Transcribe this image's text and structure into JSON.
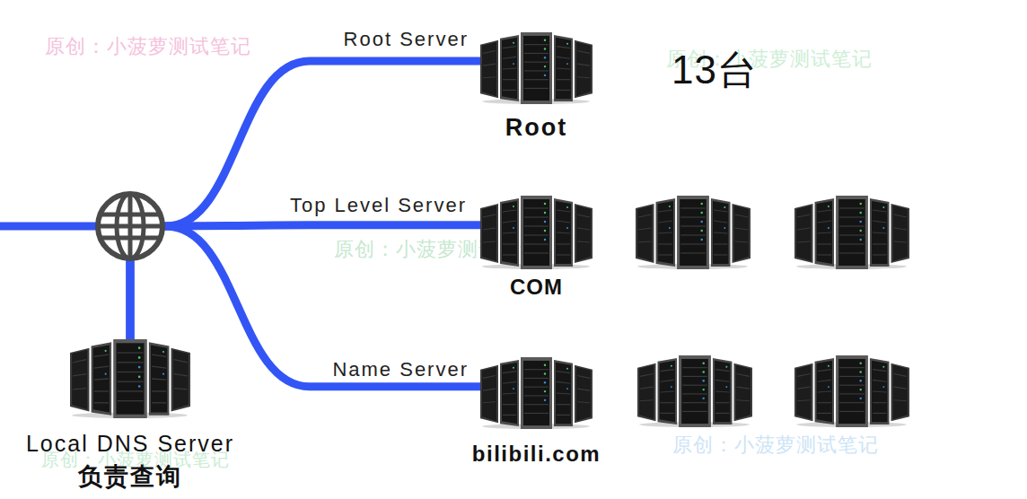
{
  "diagram": {
    "nodes": [
      {
        "text": [
          "Root"
        ]
      },
      {
        "text": [
          "COM"
        ]
      },
      {
        "text": [
          "bilibili.com"
        ]
      },
      {
        "text": [
          "Local DNS Server",
          "负责查询"
        ]
      }
    ],
    "edges": [
      {
        "from": 3,
        "to": 0,
        "arrow": "none",
        "label": "Root Server"
      },
      {
        "from": 3,
        "to": 1,
        "arrow": "none",
        "label": "Top Level Server"
      },
      {
        "from": 3,
        "to": 2,
        "arrow": "none",
        "label": "Name Server"
      }
    ],
    "labels": [
      "原创：小菠萝测试笔记",
      "13台",
      "原创：小菠萝测试笔记",
      "原创：小菠萝测试笔记",
      "原创：小菠萝测试笔记",
      "原创：小菠萝测试笔记"
    ]
  }
}
